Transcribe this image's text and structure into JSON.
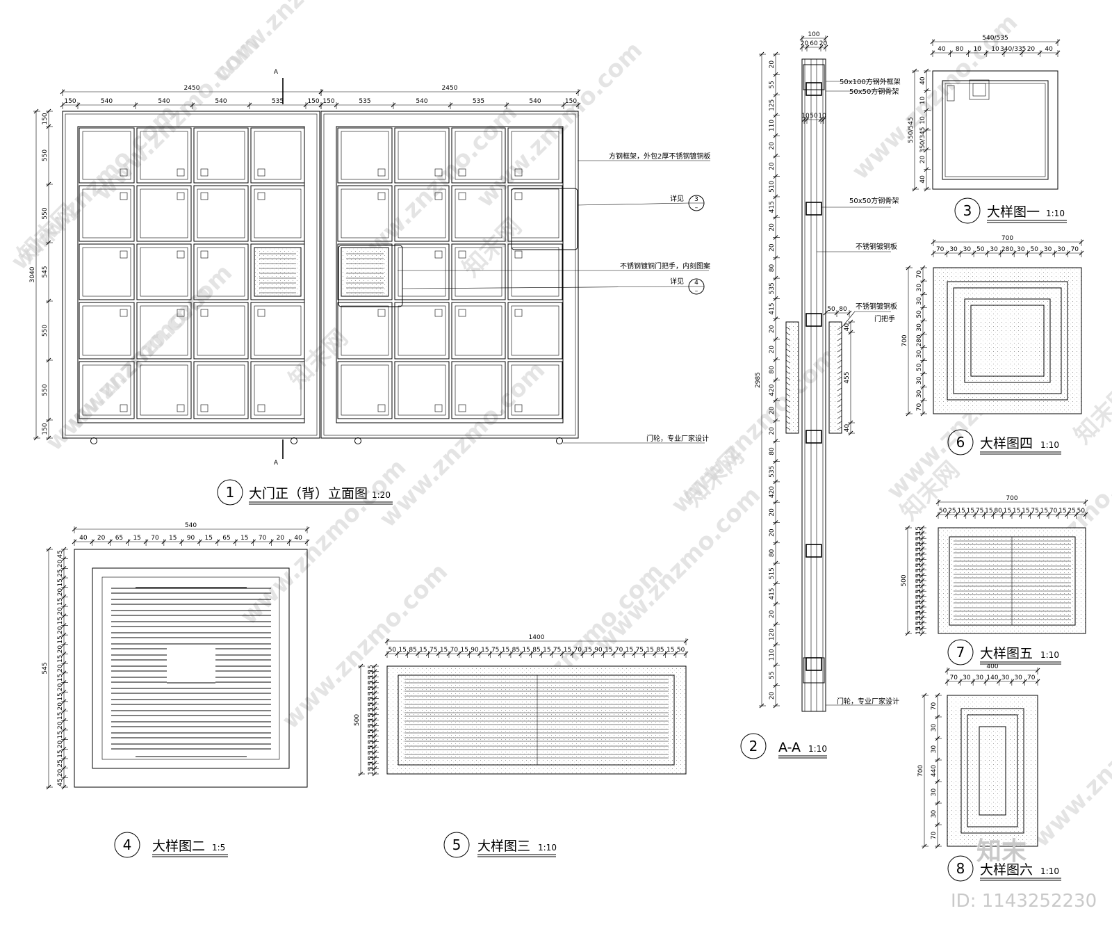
{
  "section_marks": {
    "top": "A",
    "bottom": "A"
  },
  "elevation": {
    "top_total_left": "2450",
    "top_total_right": "2450",
    "top_dims_left": [
      "150",
      "540",
      "540",
      "540",
      "535",
      "150"
    ],
    "top_dims_right": [
      "150",
      "535",
      "540",
      "535",
      "540",
      "150"
    ],
    "left_dims": [
      "150",
      "550",
      "550",
      "545",
      "550",
      "550",
      "150"
    ],
    "left_total": "3040",
    "notes": {
      "frame": "方钢框架，外包2厚不锈钢镀铜板",
      "see3": "详见",
      "handle": "不锈钢镀铜门把手，内刻图案",
      "see4": "详见",
      "wheel": "门轮，专业厂家设计"
    },
    "detail_refs": [
      {
        "num": "3",
        "sub": "–"
      },
      {
        "num": "4",
        "sub": "–"
      }
    ]
  },
  "section": {
    "top_total": "100",
    "top_dims": [
      "20",
      "60",
      "20"
    ],
    "mid_dims": [
      "10",
      "50",
      "10"
    ],
    "handle_dims": [
      "50",
      "80"
    ],
    "left_dims": [
      "20",
      "55",
      "125",
      "110",
      "20",
      "20",
      "510",
      "415",
      "20",
      "20",
      "80",
      "535",
      "415",
      "20",
      "20",
      "80",
      "420",
      "20",
      "20",
      "80",
      "535",
      "420",
      "20",
      "20",
      "80",
      "515",
      "415",
      "20",
      "120",
      "110",
      "55",
      "20"
    ],
    "left_total": "2985",
    "handle_right_dims": [
      "40",
      "455",
      "40"
    ],
    "labels": {
      "outer_frame": "50x100方钢外框架",
      "rib1": "50x50方钢骨架",
      "rib2": "50x50方钢骨架",
      "plate": "不锈钢镀铜板",
      "handle_plate": "不锈钢镀铜板",
      "handle": "门把手",
      "wheel": "门轮，专业厂家设计"
    }
  },
  "detail3": {
    "top_total": "540/535",
    "top_dims": [
      "40",
      "80",
      "10",
      "10",
      "340/335",
      "20",
      "40"
    ],
    "left_dims": [
      "40",
      "10",
      "10",
      "350/345",
      "20",
      "40"
    ],
    "left_total": "550/545"
  },
  "detail4": {
    "top_total": "540",
    "top_dims": [
      "40",
      "20",
      "65",
      "15",
      "70",
      "15",
      "90",
      "15",
      "65",
      "15",
      "70",
      "20",
      "40"
    ],
    "left_total": "545",
    "left_dims": [
      "45",
      "20",
      "25",
      "15",
      "20",
      "15",
      "20",
      "15",
      "20",
      "15",
      "20",
      "15",
      "20",
      "15",
      "20",
      "15",
      "20",
      "15",
      "20",
      "15",
      "20",
      "15",
      "25",
      "20",
      "45"
    ]
  },
  "detail5": {
    "top_total": "1400",
    "top_dims": [
      "50",
      "15",
      "85",
      "15",
      "75",
      "15",
      "70",
      "15",
      "90",
      "15",
      "75",
      "15",
      "85",
      "15",
      "85",
      "15",
      "75",
      "15",
      "70",
      "15",
      "90",
      "15",
      "70",
      "15",
      "75",
      "15",
      "85",
      "15",
      "50"
    ],
    "left_total": "500",
    "left_dims": [
      "15",
      "15",
      "15",
      "15",
      "15",
      "15",
      "15",
      "15",
      "15",
      "15",
      "15",
      "15",
      "15",
      "15",
      "15",
      "15",
      "15",
      "15",
      "15",
      "15"
    ]
  },
  "detail6": {
    "top_total": "700",
    "top_dims": [
      "70",
      "30",
      "30",
      "50",
      "30",
      "280",
      "30",
      "50",
      "30",
      "30",
      "70"
    ],
    "left_dims": [
      "70",
      "30",
      "30",
      "50",
      "30",
      "280",
      "30",
      "50",
      "30",
      "30",
      "70"
    ],
    "left_total": "700"
  },
  "detail7": {
    "top_total": "700",
    "top_dims": [
      "50",
      "25",
      "15",
      "15",
      "75",
      "15",
      "80",
      "15",
      "15",
      "15",
      "75",
      "15",
      "70",
      "15",
      "25",
      "50"
    ],
    "left_total": "500"
  },
  "detail8": {
    "top_total": "400",
    "top_dims": [
      "70",
      "30",
      "30",
      "140",
      "30",
      "30",
      "70"
    ],
    "left_dims": [
      "70",
      "30",
      "30",
      "440",
      "30",
      "30",
      "70"
    ],
    "left_total": "700"
  },
  "titles": [
    {
      "num": "1",
      "text": "大门正（背）立面图",
      "scale": "1:20"
    },
    {
      "num": "2",
      "text": "A-A",
      "scale": "1:10"
    },
    {
      "num": "3",
      "text": "大样图一",
      "scale": "1:10"
    },
    {
      "num": "4",
      "text": "大样图二",
      "scale": "1:5"
    },
    {
      "num": "5",
      "text": "大样图三",
      "scale": "1:10"
    },
    {
      "num": "6",
      "text": "大样图四",
      "scale": "1:10"
    },
    {
      "num": "7",
      "text": "大样图五",
      "scale": "1:10"
    },
    {
      "num": "8",
      "text": "大样图六",
      "scale": "1:10"
    }
  ],
  "watermarks": {
    "site": "www.znzmo.com",
    "brand": "知末",
    "brand_site": "知末网",
    "id": "ID: 1143252230"
  }
}
